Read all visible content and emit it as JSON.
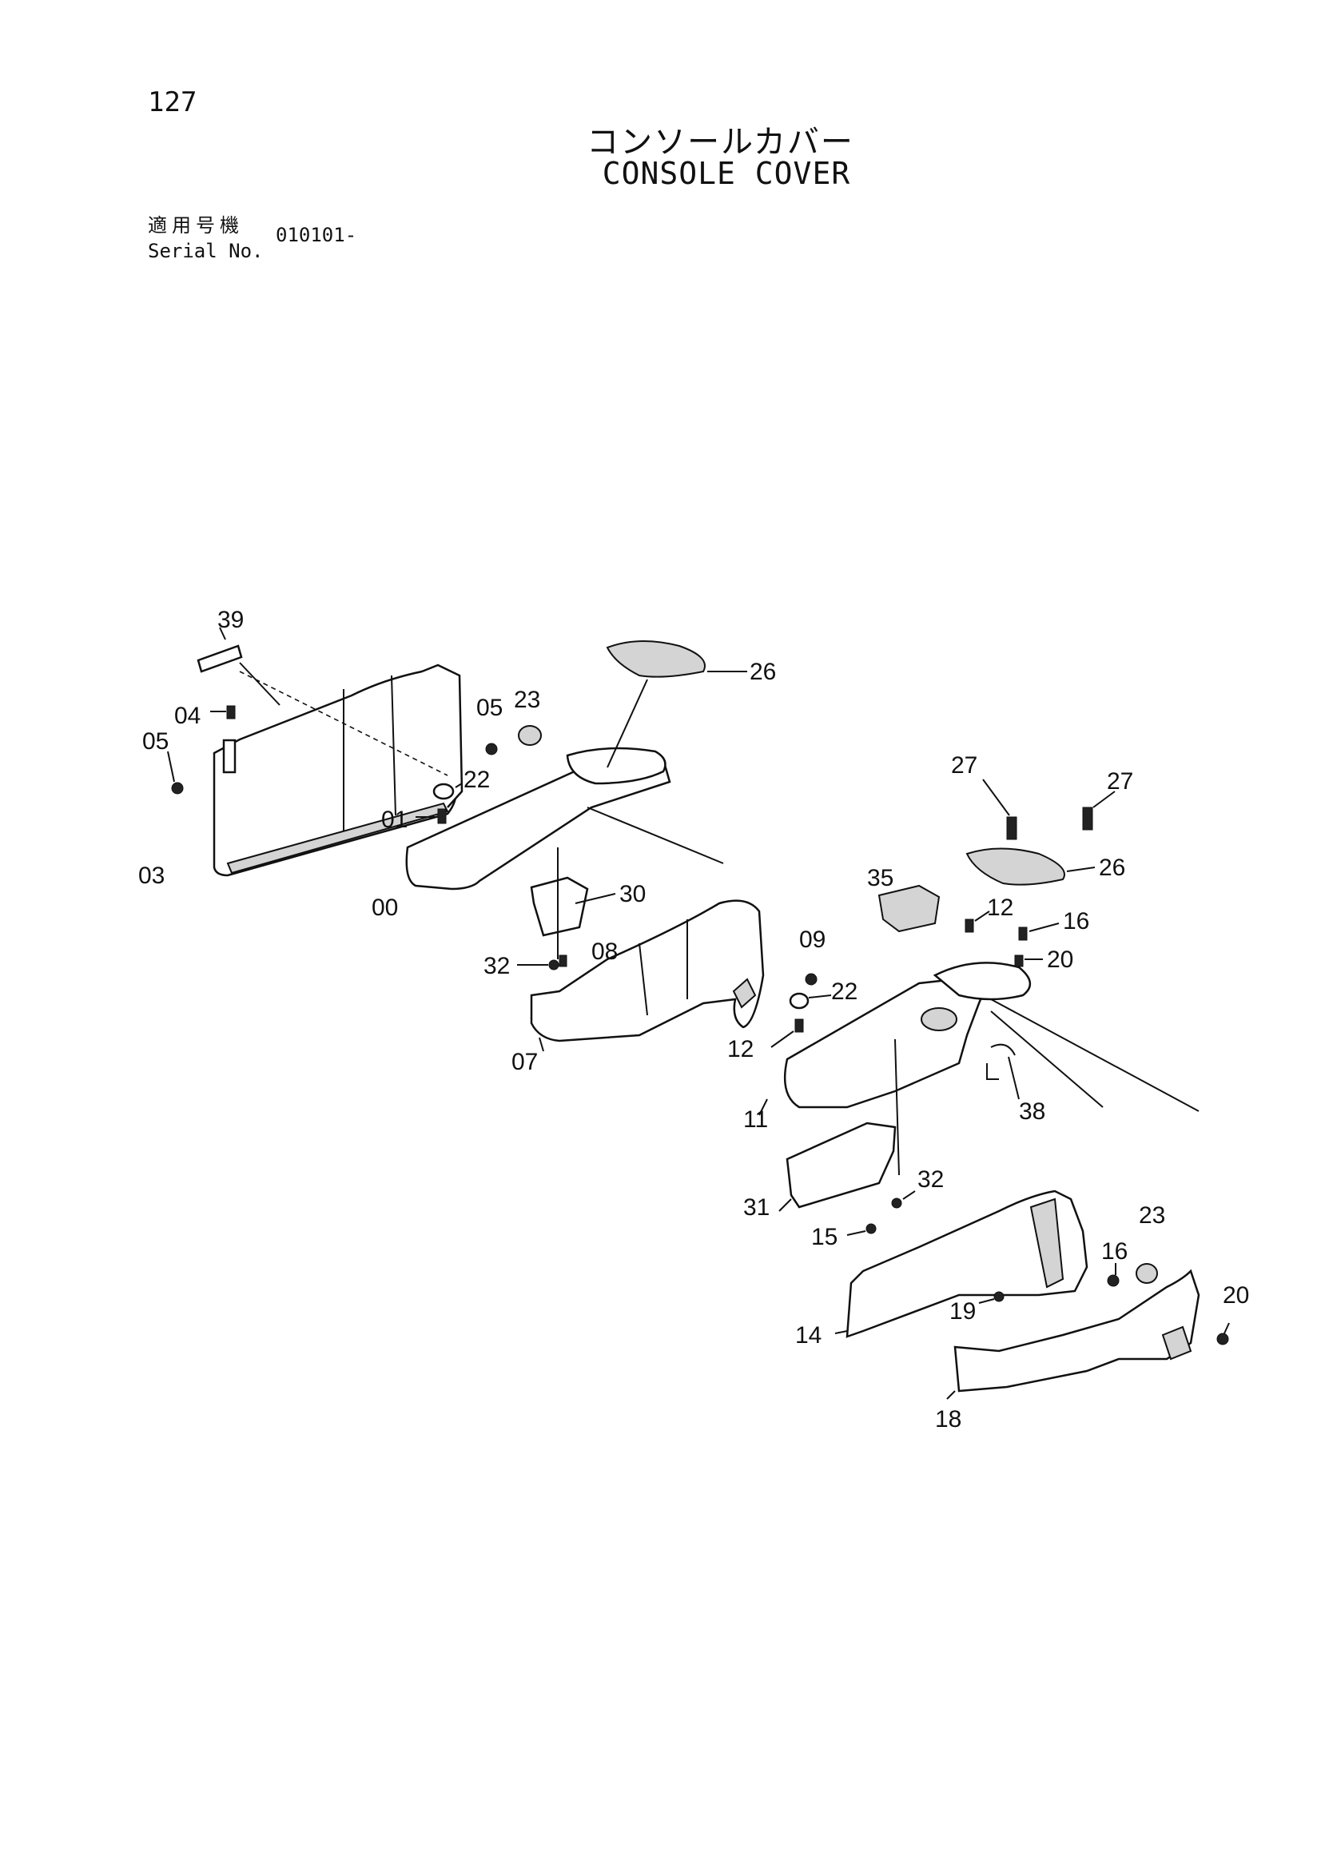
{
  "page": {
    "number": "127"
  },
  "title": {
    "japanese": "コンソールカバー",
    "english": "CONSOLE COVER"
  },
  "serial": {
    "label_jp": "適用号機",
    "label_en": "Serial No.",
    "value": "010101-"
  },
  "diagram": {
    "part_labels": {
      "p39": "39",
      "p04": "04",
      "p05a": "05",
      "p05b": "05",
      "p23a": "23",
      "p22a": "22",
      "p01": "01",
      "p03": "03",
      "p00": "00",
      "p26a": "26",
      "p30": "30",
      "p32a": "32",
      "p08": "08",
      "p07": "07",
      "p09": "09",
      "p22b": "22",
      "p12a": "12",
      "p11": "11",
      "p35": "35",
      "p27a": "27",
      "p27b": "27",
      "p26b": "26",
      "p12b": "12",
      "p16a": "16",
      "p20a": "20",
      "p38": "38",
      "p31": "31",
      "p32b": "32",
      "p15": "15",
      "p14": "14",
      "p16b": "16",
      "p23b": "23",
      "p20b": "20",
      "p19": "19",
      "p18": "18"
    }
  }
}
